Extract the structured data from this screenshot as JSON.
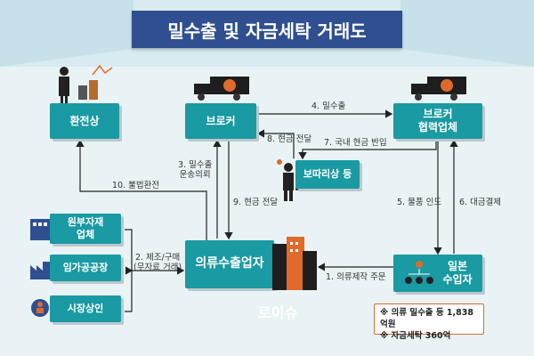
{
  "title": "밀수출 및 자금세탁 거래도",
  "nodes": {
    "exchanger": "환전상",
    "broker": "브로커",
    "broker_partner_line1": "브로커",
    "broker_partner_line2": "협력업체",
    "porter": "보따리상 등",
    "raw_material_line1": "원부자재",
    "raw_material_line2": "업체",
    "factory": "임가공공장",
    "market": "시장상인",
    "exporter": "의류수출업자",
    "importer_line1": "일본",
    "importer_line2": "수입자"
  },
  "edges": {
    "e1": "1. 의류제작 주문",
    "e2_line1": "2. 제조/구매",
    "e2_line2": "(무자료 거래)",
    "e3_line1": "3. 밀수출",
    "e3_line2": "운송의뢰",
    "e4": "4. 밀수출",
    "e5": "5. 물품 인도",
    "e6": "6. 대금결제",
    "e7": "7. 국내 현금 반입",
    "e8": "8. 현금 전달",
    "e9": "9. 현금 전달",
    "e10": "10. 불법환전"
  },
  "note": {
    "line1": "※ 의류 밀수출 등 1,838억원",
    "line2": "※ 자금세탁 360억"
  },
  "watermark": "로이슈",
  "icons": {
    "truck": "truck-icon",
    "money": "money-icon",
    "person": "person-icon",
    "building": "building-icon",
    "org": "org-chart-icon"
  },
  "colors": {
    "title_bg": "#2f4f91",
    "node_bg": "#1a9aa2",
    "note_border": "#e06a2b",
    "background": "#e9f3f6"
  }
}
